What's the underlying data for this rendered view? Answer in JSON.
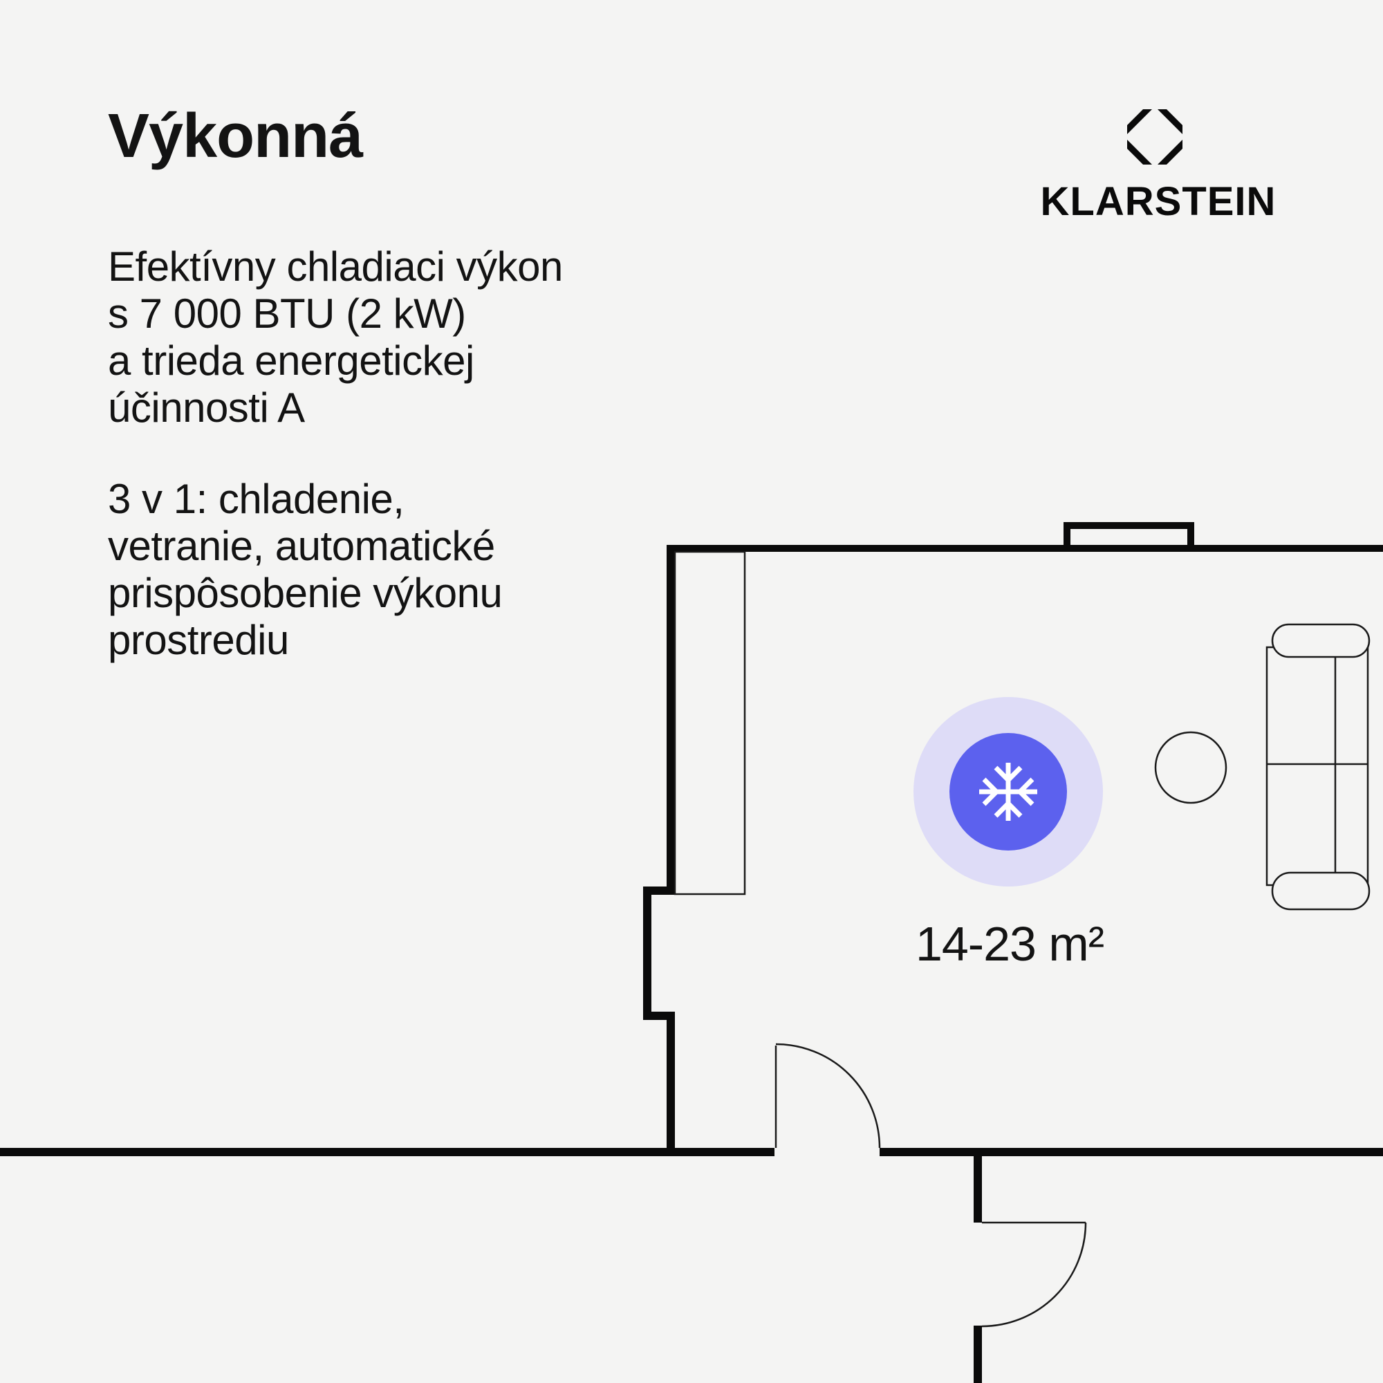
{
  "page": {
    "background": "#f4f4f3",
    "text_color": "#131313"
  },
  "headline": "Výkonná",
  "paragraph_1": "Efektívny chladiaci výkon\ns 7 000 BTU (2 kW)\na trieda energetickej\núčinnosti A",
  "paragraph_2": "3 v 1: chladenie,\nvetranie, automatické\nprispôsobenie výkonu\nprostrediu",
  "brand": {
    "wordmark": "KLARSTEIN",
    "icon": "klarstein-octagon-diamond",
    "color": "#0a0a0a"
  },
  "floor_plan": {
    "area_label": "14-23 m²",
    "cooling_icon": "snowflake",
    "colors": {
      "wall": "#0a0a0a",
      "thin_line": "#1a1a1a",
      "accent_blue": "#5c61ee",
      "halo_lavender": "#dedcf7",
      "snowflake_stroke": "#ffffff"
    }
  }
}
